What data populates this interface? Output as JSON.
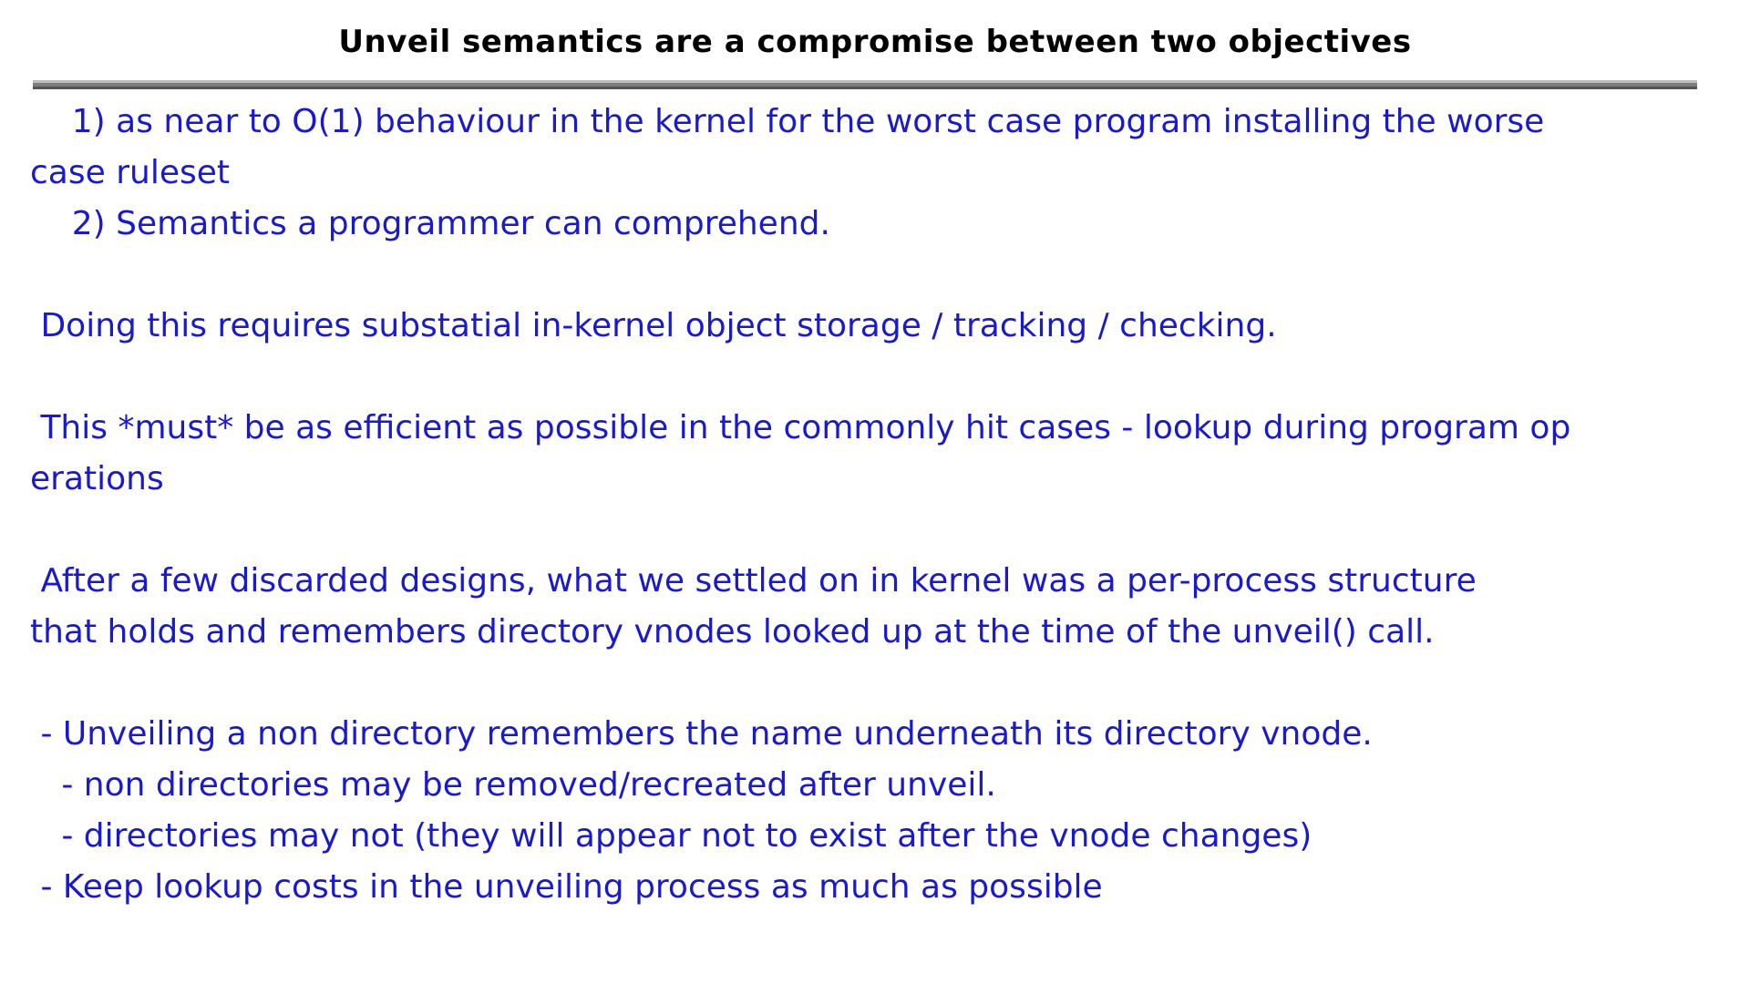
{
  "slide": {
    "title": "Unveil semantics are a compromise between two objectives",
    "body_lines": [
      "    1) as near to O(1) behaviour in the kernel for the worst case program installing the worse",
      "case ruleset",
      "    2) Semantics a programmer can comprehend.",
      "",
      " Doing this requires substatial in-kernel object storage / tracking / checking.",
      "",
      " This *must* be as efficient as possible in the commonly hit cases - lookup during program op",
      "erations",
      "",
      " After a few discarded designs, what we settled on in kernel was a per-process structure",
      "that holds and remembers directory vnodes looked up at the time of the unveil() call.",
      "",
      " - Unveiling a non directory remembers the name underneath its directory vnode.",
      "   - non directories may be removed/recreated after unveil.",
      "   - directories may not (they will appear not to exist after the vnode changes)",
      " - Keep lookup costs in the unveiling process as much as possible"
    ],
    "colors": {
      "background": "#ffffff",
      "title_text": "#000000",
      "body_text": "#1a1acd",
      "rule_light": "#bdbdbd",
      "rule_mid": "#7d7d7d",
      "rule_dark": "#555555"
    }
  }
}
